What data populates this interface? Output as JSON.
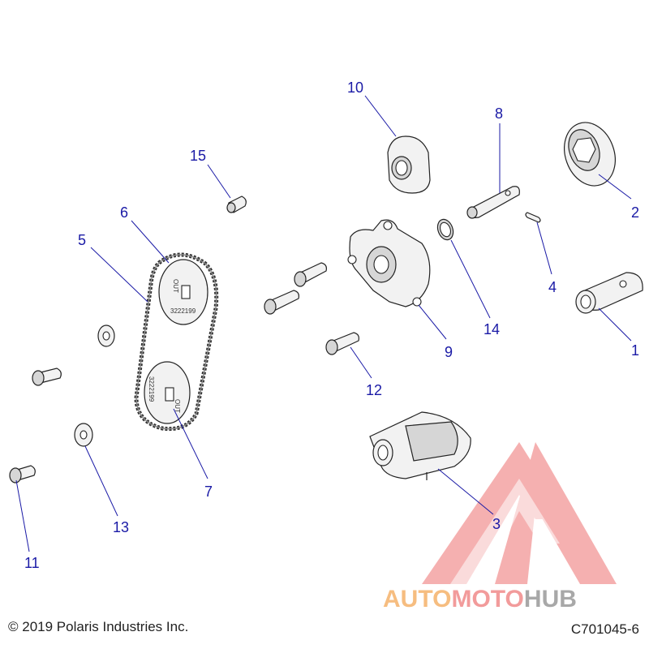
{
  "callouts": [
    {
      "id": "1",
      "label": "1"
    },
    {
      "id": "2",
      "label": "2"
    },
    {
      "id": "3",
      "label": "3"
    },
    {
      "id": "4",
      "label": "4"
    },
    {
      "id": "5",
      "label": "5"
    },
    {
      "id": "6",
      "label": "6"
    },
    {
      "id": "7",
      "label": "7"
    },
    {
      "id": "8",
      "label": "8"
    },
    {
      "id": "9",
      "label": "9"
    },
    {
      "id": "10",
      "label": "10"
    },
    {
      "id": "11",
      "label": "11"
    },
    {
      "id": "12",
      "label": "12"
    },
    {
      "id": "13",
      "label": "13"
    },
    {
      "id": "14",
      "label": "14"
    },
    {
      "id": "15",
      "label": "15"
    }
  ],
  "sprocket": {
    "upper_text": "3222199",
    "upper_out": "OUT",
    "lower_text": "3222199",
    "lower_out": "OUT"
  },
  "watermark": {
    "part1": "AUTO",
    "part2": "MOTO",
    "part3": "HUB",
    "color1": "#f5b26b",
    "color2": "#f08a8a",
    "color3": "#9a9a9a"
  },
  "footer": {
    "copyright": "© 2019 Polaris Industries Inc.",
    "drawing_code": "C701045-6"
  }
}
